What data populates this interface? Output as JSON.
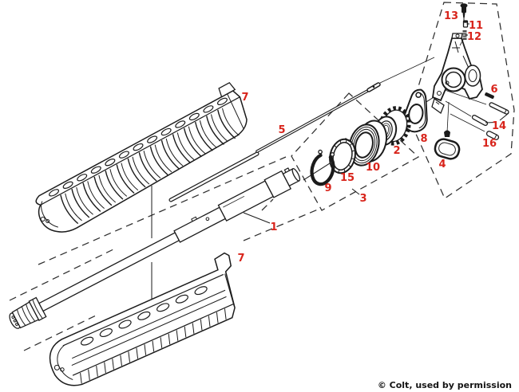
{
  "colors": {
    "callout": "#d8241b",
    "line": "#1b1b1b",
    "background": "#ffffff"
  },
  "callouts": {
    "n1": "1",
    "n2": "2",
    "n3": "3",
    "n4": "4",
    "n5": "5",
    "n6": "6",
    "n7": "7",
    "n8": "8",
    "n9": "9",
    "n10": "10",
    "n11": "11",
    "n12": "12",
    "n13": "13",
    "n14": "14",
    "n15": "15",
    "n16": "16"
  },
  "copyright": "© Colt, used by permission"
}
